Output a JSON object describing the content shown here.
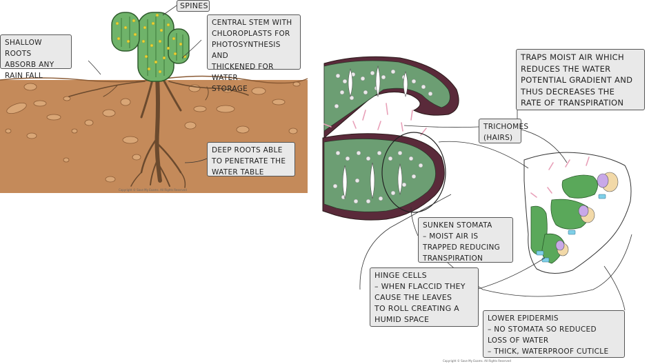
{
  "cactus": {
    "spines": "SPINES",
    "central_stem": "CENTRAL STEM WITH\nCHLOROPLASTS FOR\nPHOTOSYNTHESIS AND\nTHICKENED FOR WATER\nSTORAGE",
    "shallow_roots": "SHALLOW ROOTS\nABSORB ANY\nRAIN FALL",
    "deep_roots": "DEEP ROOTS ABLE\nTO PENETRATE THE\nWATER TABLE",
    "copyright": "Copyright © Save My Exams. All Rights Reserved"
  },
  "leaf": {
    "trichomes_effect": "TRAPS MOIST AIR WHICH\nREDUCES THE WATER\nPOTENTIAL GRADIENT AND\nTHUS DECREASES THE\nRATE OF TRANSPIRATION",
    "trichomes": "TRICHOMES\n(HAIRS)",
    "sunken_stomata": "SUNKEN STOMATA\n– MOIST AIR IS\nTRAPPED REDUCING\nTRANSPIRATION",
    "hinge_cells": "HINGE CELLS\n– WHEN FLACCID THEY\nCAUSE THE LEAVES\nTO ROLL CREATING A\nHUMID SPACE",
    "lower_epidermis": "LOWER EPIDERMIS\n– NO STOMATA SO REDUCED\n   LOSS OF WATER\n– THICK, WATERPROOF CUTICLE",
    "copyright": "Copyright © Save My Exams. All Rights Reserved"
  },
  "colors": {
    "soil": "#c48a5a",
    "soil_dark": "#a86a3e",
    "root": "#6b4a2e",
    "cactus_green": "#6fb36a",
    "spine_yellow": "#e8d23a",
    "leaf_green": "#6c9e73",
    "leaf_dark": "#5a2a3a",
    "trichome_pink": "#e8a0b8",
    "label_bg": "#e9e9e9"
  }
}
